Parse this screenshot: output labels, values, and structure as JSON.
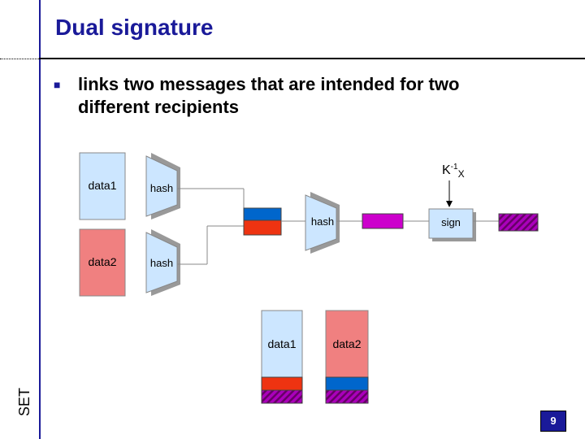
{
  "slide": {
    "title": "Dual signature",
    "bullet": "links two messages that are intended for two different recipients",
    "side_label": "SET",
    "page_number": "9"
  },
  "diagram": {
    "data1_label": "data1",
    "data2_label": "data2",
    "hash_label": "hash",
    "sign_label": "sign",
    "key_base": "K",
    "key_sup": "-1",
    "key_sub": "X",
    "bottom_data1_label": "data1",
    "bottom_data2_label": "data2",
    "colors": {
      "title": "#1a1a99",
      "data1_fill": "#cce6ff",
      "data2_fill": "#f08080",
      "hash_fill": "#cce6ff",
      "hash_out_1": "#0066cc",
      "hash_out_2": "#ee3311",
      "dual_hash": "#cc00cc",
      "signature": "#aa00bb",
      "signature_stripes": "#660066"
    }
  }
}
